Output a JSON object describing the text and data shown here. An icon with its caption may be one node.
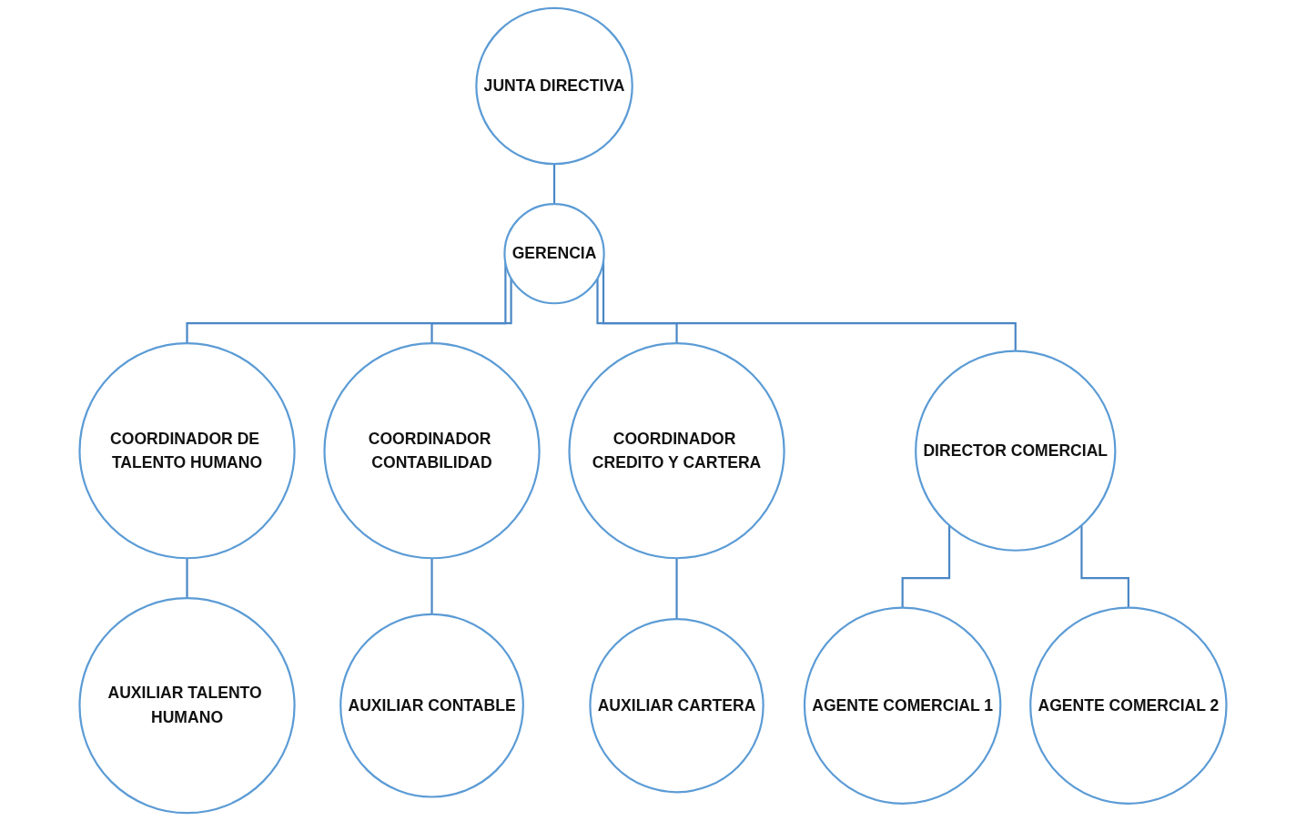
{
  "diagram": {
    "nodes": [
      {
        "text": [
          "JUNTA DIRECTIVA"
        ]
      },
      {
        "text": [
          "GERENCIA"
        ]
      },
      {
        "text": [
          "COORDINADOR DE TALENTO HUMANO"
        ]
      },
      {
        "text": [
          "COORDINADOR CONTABILIDAD"
        ]
      },
      {
        "text": [
          "COORDINADOR CREDITO Y CARTERA"
        ]
      },
      {
        "text": [
          "DIRECTOR COMERCIAL"
        ]
      },
      {
        "text": [
          "AUXILIAR TALENTO HUMANO"
        ]
      },
      {
        "text": [
          "AUXILIAR CONTABLE"
        ]
      },
      {
        "text": [
          "AUXILIAR CARTERA"
        ]
      },
      {
        "text": [
          "AGENTE COMERCIAL 1"
        ]
      },
      {
        "text": [
          "AGENTE COMERCIAL 2"
        ]
      }
    ],
    "edges": [
      {
        "from": 0,
        "to": 1,
        "arrow": "none"
      },
      {
        "from": 1,
        "to": 2,
        "arrow": "none"
      },
      {
        "from": 1,
        "to": 3,
        "arrow": "none"
      },
      {
        "from": 1,
        "to": 4,
        "arrow": "none"
      },
      {
        "from": 1,
        "to": 5,
        "arrow": "none"
      },
      {
        "from": 2,
        "to": 6,
        "arrow": "none"
      },
      {
        "from": 3,
        "to": 7,
        "arrow": "none"
      },
      {
        "from": 4,
        "to": 8,
        "arrow": "none"
      },
      {
        "from": 5,
        "to": 9,
        "arrow": "none"
      },
      {
        "from": 5,
        "to": 10,
        "arrow": "none"
      }
    ]
  }
}
